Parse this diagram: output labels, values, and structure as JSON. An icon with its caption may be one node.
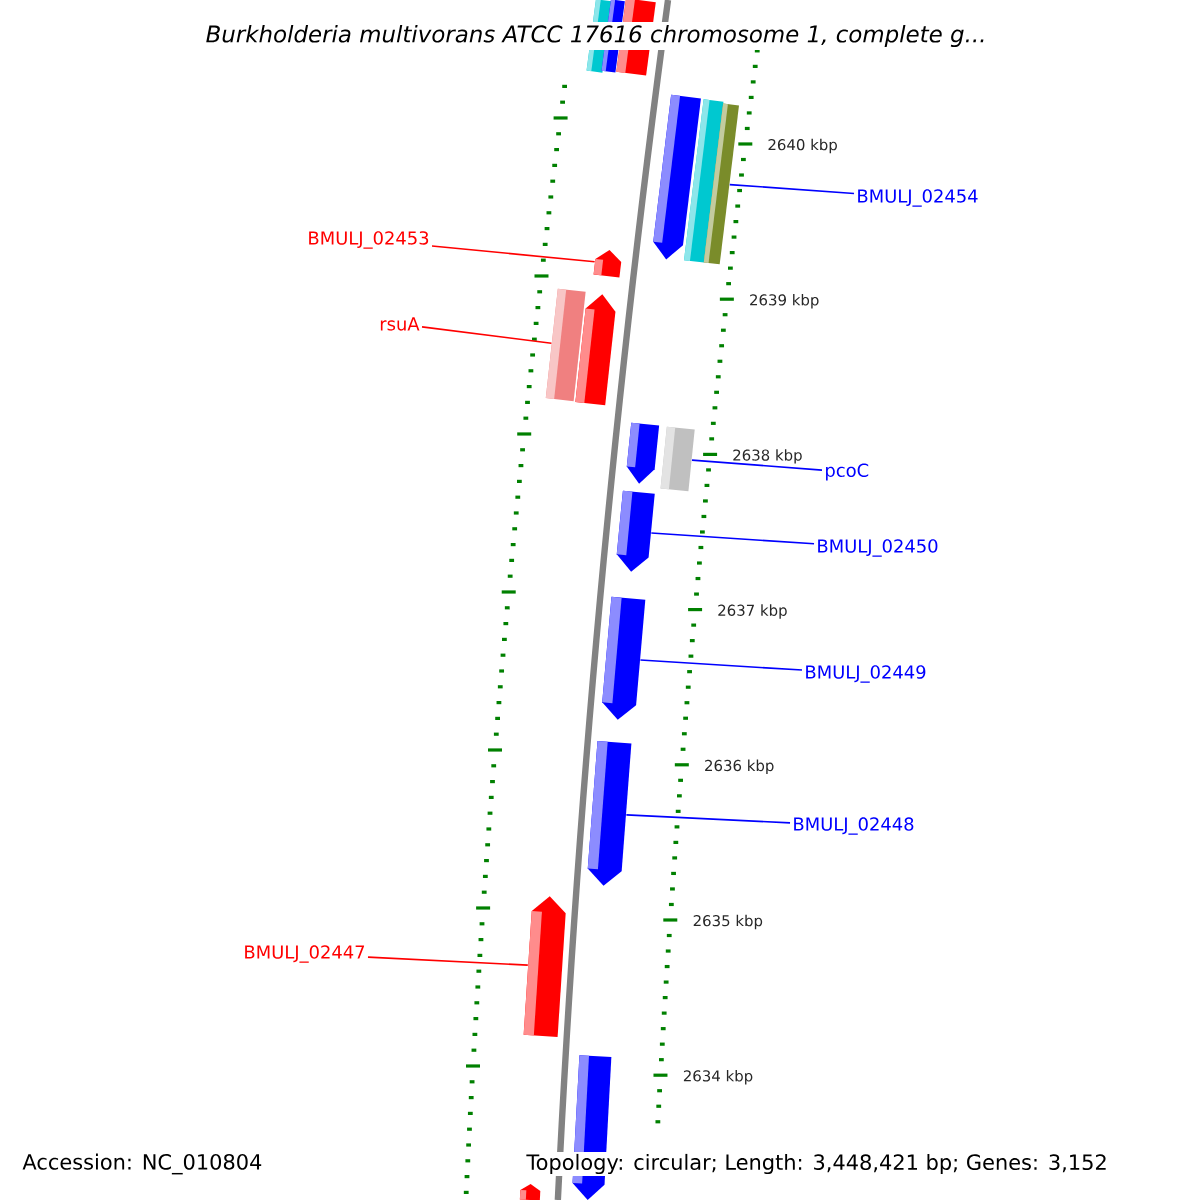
{
  "diagram": {
    "title": "Burkholderia multivorans ATCC 17616 chromosome 1, complete g...",
    "nodes": [
      {
        "text": [],
        "shape": "bar"
      },
      {
        "text": [],
        "shape": "bar"
      },
      {
        "text": [],
        "shape": "bar"
      },
      {
        "text": [],
        "shape": "bar"
      },
      {
        "text": [],
        "shape": "bar"
      },
      {
        "text": [],
        "shape": "bar"
      },
      {
        "text": [
          "BMULJ_02454"
        ]
      },
      {
        "text": [
          "BMULJ_02453"
        ]
      },
      {
        "text": [],
        "shape": "bar"
      },
      {
        "text": [
          "rsuA"
        ]
      },
      {
        "text": [],
        "shape": "bar"
      },
      {
        "text": [],
        "shape": "bar"
      },
      {
        "text": [],
        "shape": "bar"
      },
      {
        "text": [],
        "shape": "bar"
      },
      {
        "text": [
          "pcoC"
        ]
      },
      {
        "text": [],
        "shape": "bar"
      },
      {
        "text": [
          "BMULJ_02450"
        ]
      },
      {
        "text": [],
        "shape": "bar"
      },
      {
        "text": [
          "BMULJ_02449"
        ]
      },
      {
        "text": [],
        "shape": "bar"
      },
      {
        "text": [
          "BMULJ_02448"
        ]
      },
      {
        "text": [
          "BMULJ_02447"
        ]
      },
      {
        "text": [],
        "shape": "bar"
      },
      {
        "text": [],
        "shape": "bar"
      },
      {
        "text": [],
        "shape": "bar"
      }
    ],
    "edges": [
      {
        "from": 6,
        "to": 5,
        "arrow": "none"
      },
      {
        "from": 7,
        "to": 8,
        "arrow": "none",
        "color": "#ff0000"
      },
      {
        "from": 9,
        "to": 10,
        "arrow": "none",
        "color": "#ff0000"
      },
      {
        "from": 14,
        "to": 13,
        "arrow": "none"
      },
      {
        "from": 16,
        "to": 15,
        "arrow": "none"
      },
      {
        "from": 18,
        "to": 17,
        "arrow": "none"
      },
      {
        "from": 20,
        "to": 19,
        "arrow": "none"
      },
      {
        "from": 21,
        "to": 22,
        "arrow": "none",
        "color": "#ff0000"
      }
    ],
    "labels": [
      "2640 kbp",
      "2639 kbp",
      "2638 kbp",
      "2637 kbp",
      "2636 kbp",
      "2635 kbp",
      "2634 kbp",
      "Accession: NC_010804",
      "Topology: circular; Length: 3,448,421 bp; Genes: 3,152"
    ]
  }
}
